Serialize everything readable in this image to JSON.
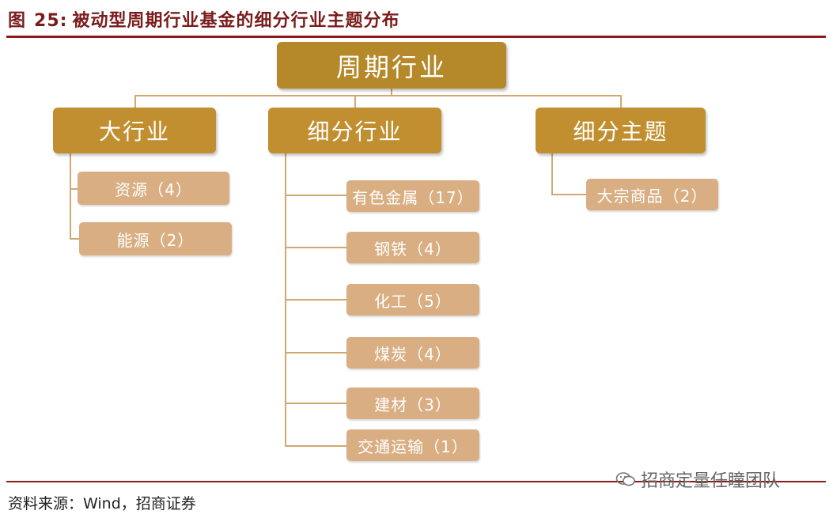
{
  "figure": {
    "label": "图",
    "number": "25:",
    "title": "被动型周期行业基金的细分行业主题分布"
  },
  "tree": {
    "root": "周期行业",
    "categories": [
      {
        "label": "大行业",
        "children": [
          "资源（4）",
          "能源（2）"
        ]
      },
      {
        "label": "细分行业",
        "children": [
          "有色金属（17）",
          "钢铁（4）",
          "化工（5）",
          "煤炭（4）",
          "建材（3）",
          "交通运输（1）"
        ]
      },
      {
        "label": "细分主题",
        "children": [
          "大宗商品（2）"
        ]
      }
    ]
  },
  "source": "资料来源：Wind，招商证券",
  "watermark": {
    "text": "招商定量任瞳团队",
    "icon": "wechat-icon"
  },
  "colors": {
    "title": "#7a1c1c",
    "rule": "#8b1a1a",
    "root": "#b58829",
    "category": "#c18f30",
    "leaf": "#d9ae82",
    "connector": "#cfa96f"
  }
}
